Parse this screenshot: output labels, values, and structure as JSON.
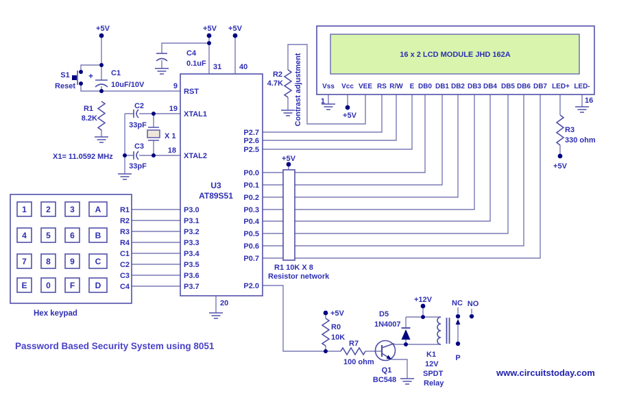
{
  "title": "Password Based Security System using 8051",
  "website": "www.circuitstoday.com",
  "colors": {
    "wire": "#7878b6",
    "outline": "#4f4fa8",
    "text": "#2d2db2",
    "navy": "#000080",
    "screen": "#d8f4ad",
    "title": "#4a42c8",
    "website": "#1f1fae"
  },
  "power": {
    "v5": "+5V",
    "v12": "+12V"
  },
  "reset_circuit": {
    "s1": "S1",
    "s1_label": "Reset",
    "plus": "+",
    "c1": "C1",
    "c1_val": "10uF/10V",
    "r1": "R1",
    "r1_val": "8.2K"
  },
  "osc": {
    "c2": "C2",
    "c2_val": "33pF",
    "c3": "C3",
    "c3_val": "33pF",
    "x1": "X 1",
    "note": "X1= 11.0592 MHz"
  },
  "decoupling": {
    "c4": "C4",
    "val": "0.1uF"
  },
  "mcu": {
    "ref": "U3",
    "part": "AT89S51",
    "rst": "RST",
    "xtal1": "XTAL1",
    "xtal2": "XTAL2",
    "p20_label": "P2.0",
    "pins": {
      "n9": "9",
      "n19": "19",
      "n18": "18",
      "n31": "31",
      "n40": "40",
      "n20": "20"
    },
    "p3": [
      "P3.0",
      "P3.1",
      "P3.2",
      "P3.3",
      "P3.4",
      "P3.5",
      "P3.6",
      "P3.7"
    ],
    "p2": [
      "P2.7",
      "P2.6",
      "P2.5"
    ],
    "p0": [
      "P0.0",
      "P0.1",
      "P0.2",
      "P0.3",
      "P0.4",
      "P0.5",
      "P0.6",
      "P0.7"
    ]
  },
  "contrast": {
    "r2": "R2",
    "val": "4.7K",
    "note": "Contrast adjustment"
  },
  "lcd": {
    "text": "16 x 2 LCD MODULE  JHD  162A",
    "pins": [
      "Vss",
      "Vcc",
      "VEE",
      "RS",
      "R/W",
      "E",
      "DB0",
      "DB1",
      "DB2",
      "DB3",
      "DB4",
      "DB5",
      "DB6",
      "DB7",
      "LED+",
      "LED-"
    ],
    "pin1": "1",
    "pin16": "16"
  },
  "backlight": {
    "r3": "R3",
    "val": "330 ohm"
  },
  "network": {
    "line1": "R1  10K X 8",
    "line2": "Resistor network"
  },
  "keypad": {
    "keys": [
      "1",
      "2",
      "3",
      "A",
      "4",
      "5",
      "6",
      "B",
      "7",
      "8",
      "9",
      "C",
      "E",
      "0",
      "F",
      "D"
    ],
    "lines": [
      "R1",
      "R2",
      "R3",
      "R4",
      "C1",
      "C2",
      "C3",
      "C4"
    ],
    "caption": "Hex keypad"
  },
  "driver": {
    "r0": "R0",
    "r0_val": "10K",
    "r7": "R7",
    "r7_val": "100 ohm",
    "q1": "Q1",
    "q1_part": "BC548",
    "d5": "D5",
    "d5_part": "1N4007"
  },
  "relay": {
    "k1": "K1",
    "volt": "12V",
    "type": "SPDT",
    "name": "Relay",
    "nc": "NC",
    "no": "NO",
    "p": "P"
  }
}
